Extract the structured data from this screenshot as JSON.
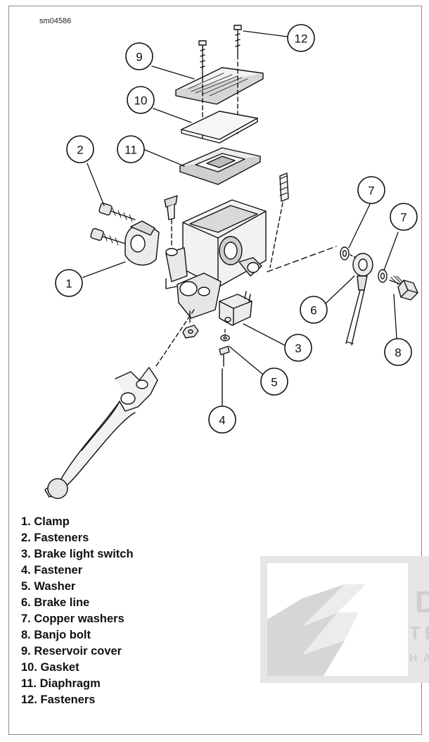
{
  "figure_id": "sm04586",
  "callouts": [
    "1",
    "2",
    "3",
    "4",
    "5",
    "6",
    "7",
    "7",
    "8",
    "9",
    "10",
    "11",
    "12"
  ],
  "legend": [
    {
      "num": "1.",
      "label": "Clamp"
    },
    {
      "num": "2.",
      "label": "Fasteners"
    },
    {
      "num": "3.",
      "label": "Brake light switch"
    },
    {
      "num": "4.",
      "label": "Fastener"
    },
    {
      "num": "5.",
      "label": "Washer"
    },
    {
      "num": "6.",
      "label": "Brake line"
    },
    {
      "num": "7.",
      "label": "Copper washers"
    },
    {
      "num": "8.",
      "label": "Banjo bolt"
    },
    {
      "num": "9.",
      "label": "Reservoir cover"
    },
    {
      "num": "10.",
      "label": "Gasket"
    },
    {
      "num": "11.",
      "label": "Diaphragm"
    },
    {
      "num": "12.",
      "label": "Fasteners"
    }
  ],
  "watermark": {
    "line1": "D",
    "line2": "TE",
    "line3": "HA"
  },
  "colors": {
    "line": "#111111",
    "watermark": "#d9d9d9",
    "part_fill": "#f2f2f2",
    "part_shade": "#bfbfbf"
  }
}
